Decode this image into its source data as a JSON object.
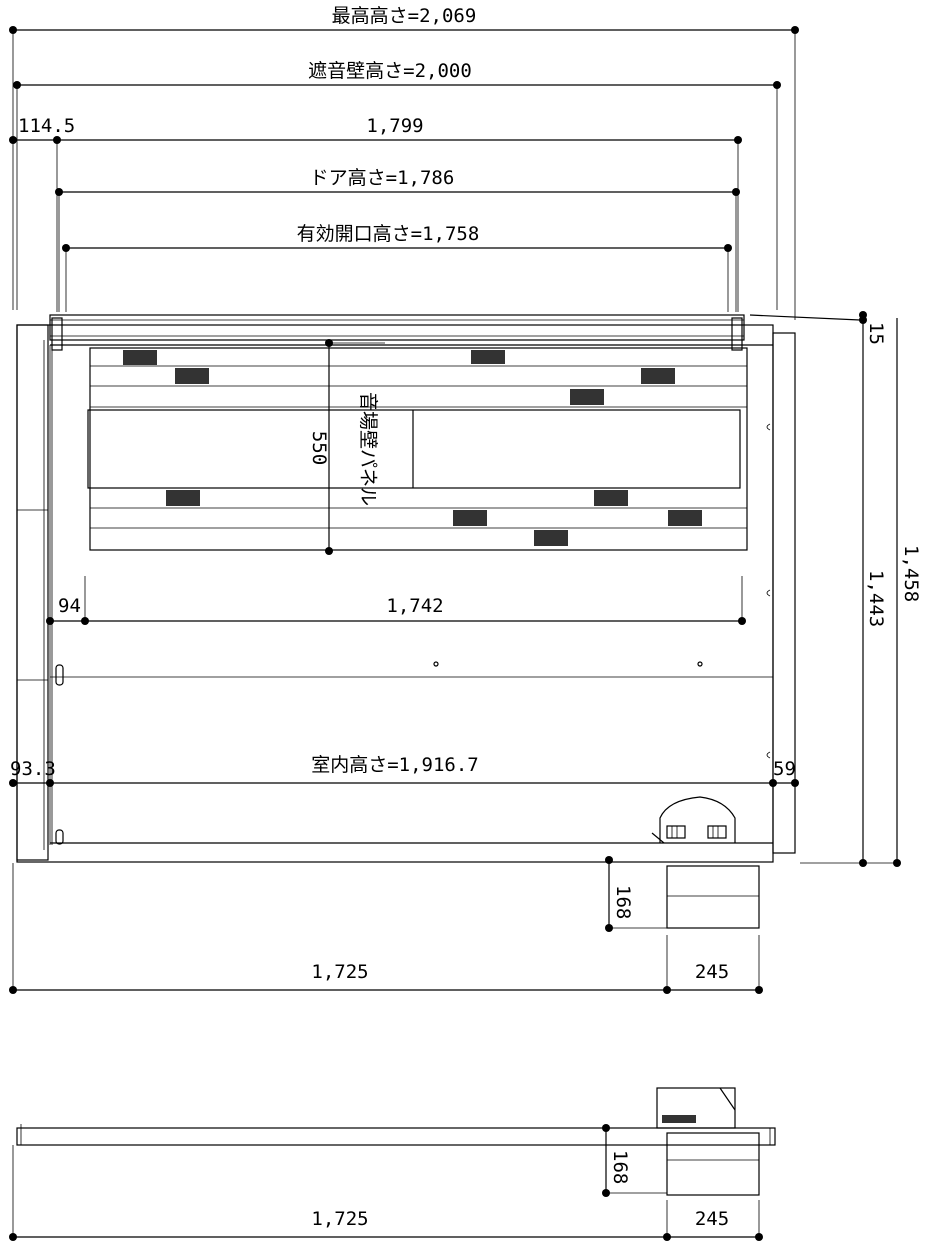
{
  "dimensions": {
    "max_height": "最高高さ=2,069",
    "wall_height": "遮音壁高さ=2,000",
    "left_offset": "114.5",
    "inner_width": "1,799",
    "door_height": "ドア高さ=1,786",
    "effective_opening": "有効開口高さ=1,758",
    "panel_height": "550",
    "panel_label": "音場壁パネル",
    "offset_94": "94",
    "width_1742": "1,742",
    "room_height": "室内高さ=1,916.7",
    "offset_93_3": "93.3",
    "offset_59": "59",
    "right_15": "15",
    "right_1458": "1,458",
    "right_1443": "1,443",
    "unit_168_top": "168",
    "bottom_1725_top": "1,725",
    "bottom_245_top": "245",
    "unit_168_bottom": "168",
    "bottom_1725_bottom": "1,725",
    "bottom_245_bottom": "245"
  }
}
